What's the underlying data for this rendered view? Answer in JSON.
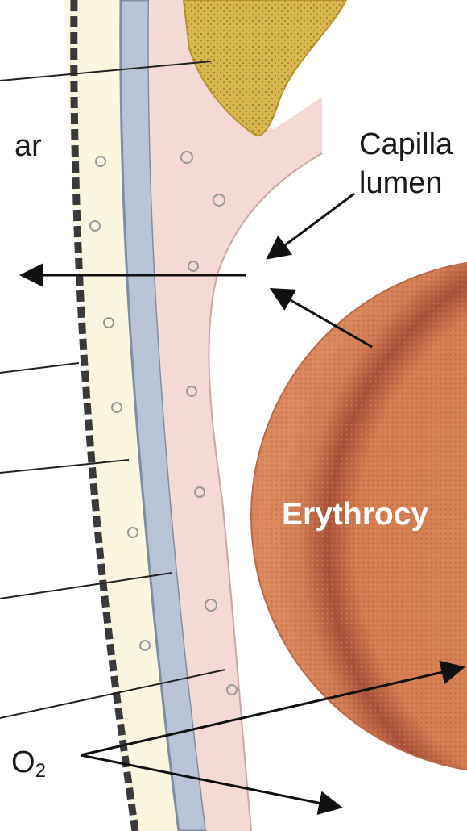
{
  "labels": {
    "alveolar_partial": "ar",
    "capillary_line1": "Capilla",
    "capillary_line2": "lumen",
    "erythrocyte": "Erythrocy",
    "o2_letter": "O",
    "o2_subscript": "2"
  },
  "colors": {
    "alveolar_space": "#fbf6e0",
    "epithelium_dark": "#4a4a4a",
    "basement_membrane": "#b8c4d6",
    "endothelium_pink": "#f4d9d4",
    "nucleus_yellow": "#d9b74f",
    "erythrocyte_fill": "#d47f52",
    "erythrocyte_rim": "#a04a32"
  }
}
